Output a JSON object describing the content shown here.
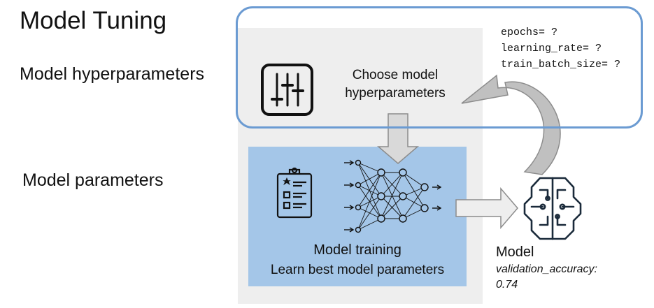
{
  "title": "Model Tuning",
  "left_labels": {
    "hyperparameters": "Model hyperparameters",
    "parameters": "Model parameters"
  },
  "hyperparameter_code": [
    "epochs= ?",
    "learning_rate= ?",
    "train_batch_size= ?"
  ],
  "choose_step": {
    "line1": "Choose model",
    "line2": "hyperparameters",
    "icon": "sliders-icon"
  },
  "training_step": {
    "title": "Model training",
    "subtitle": "Learn best model  parameters",
    "icons": [
      "clipboard-checklist-icon",
      "neural-network-icon"
    ]
  },
  "model_result": {
    "label": "Model",
    "metric_name": "validation_accuracy:",
    "metric_value": "0.74",
    "icon": "brain-circuit-icon"
  },
  "colors": {
    "frame_blue": "#6b9bd2",
    "training_panel": "#a4c6e8",
    "gray_panel": "#eeeeee",
    "arrow_fill": "#d9d9d9",
    "arrow_stroke": "#8c8c8c",
    "loop_arrow_fill": "#c0c0c0"
  }
}
